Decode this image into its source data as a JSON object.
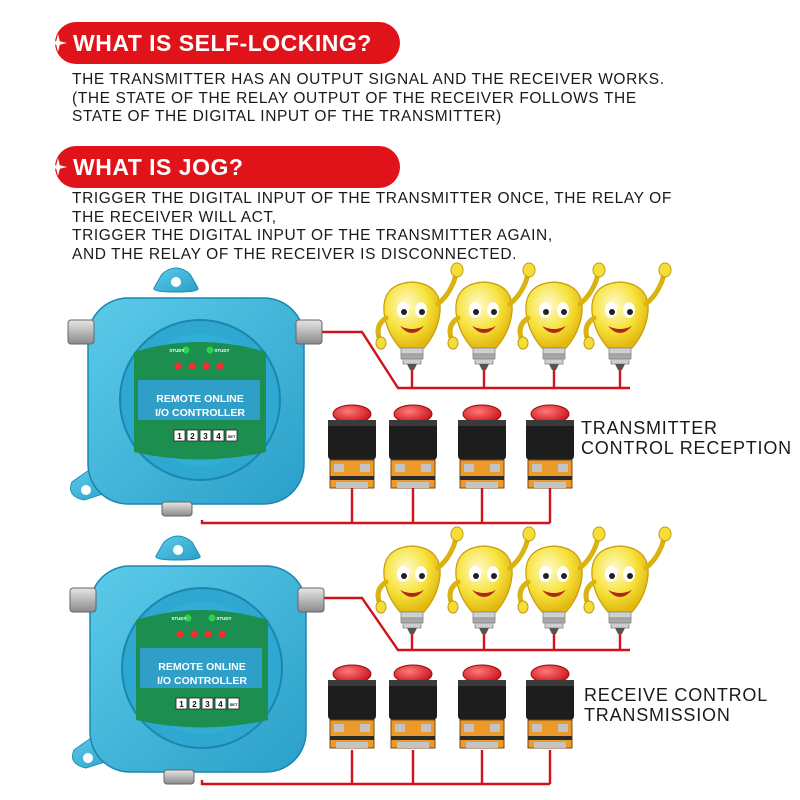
{
  "section_self_locking": {
    "heading": "WHAT IS SELF-LOCKING?",
    "lines": [
      "THE TRANSMITTER HAS AN OUTPUT SIGNAL AND THE RECEIVER WORKS.",
      "(THE STATE OF THE RELAY OUTPUT OF THE RECEIVER FOLLOWS THE",
      "STATE OF THE DIGITAL INPUT OF THE TRANSMITTER)"
    ]
  },
  "section_jog": {
    "heading": "WHAT IS JOG?",
    "lines": [
      "TRIGGER THE DIGITAL INPUT OF THE TRANSMITTER ONCE, THE RELAY OF",
      "THE RECEIVER WILL ACT,",
      "TRIGGER THE DIGITAL INPUT OF THE TRANSMITTER AGAIN,",
      "AND THE RELAY OF THE RECEIVER IS DISCONNECTED."
    ]
  },
  "controller": {
    "label_line1": "REMOTE ONLINE",
    "label_line2": "I/O CONTROLLER",
    "status_left": "STUDY",
    "status_right": "STUDY",
    "channel_keys": [
      "1",
      "2",
      "3",
      "4"
    ],
    "function_key": "SET"
  },
  "panel_top": {
    "label_line1": "TRANSMITTER",
    "label_line2": "CONTROL RECEPTION"
  },
  "panel_bottom": {
    "label_line1": "RECEIVE CONTROL",
    "label_line2": "TRANSMISSION"
  },
  "colors": {
    "accent_red": "#e0131a",
    "wire_red": "#d0121a",
    "housing_blue": "#39b7dc",
    "housing_dark": "#1f8fb6",
    "bulb_yellow": "#f6e23a",
    "button_red": "#e0232a"
  }
}
